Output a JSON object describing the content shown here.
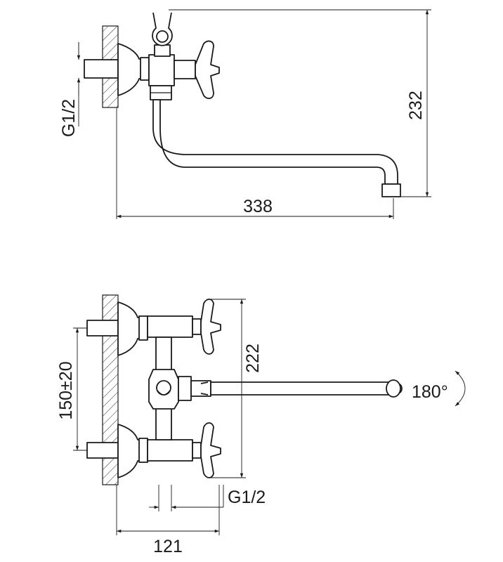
{
  "top_view": {
    "thread_label": "G1/2",
    "height_label": "232",
    "length_label": "338"
  },
  "front_view": {
    "centers_label": "150±20",
    "height_label": "222",
    "rotation_label": "180°",
    "thread_label": "G1/2",
    "depth_label": "121"
  },
  "colors": {
    "line": "#1a1a1a",
    "background": "#ffffff"
  }
}
